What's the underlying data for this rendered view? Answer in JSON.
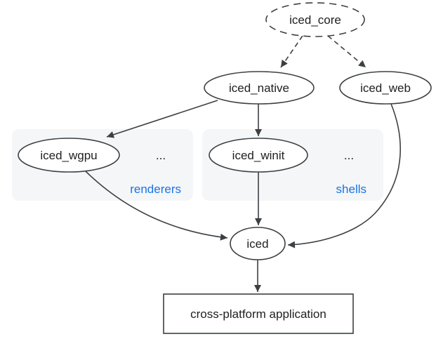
{
  "nodes": {
    "core": {
      "label": "iced_core"
    },
    "native": {
      "label": "iced_native"
    },
    "web": {
      "label": "iced_web"
    },
    "wgpu": {
      "label": "iced_wgpu"
    },
    "winit": {
      "label": "iced_winit"
    },
    "iced": {
      "label": "iced"
    },
    "app": {
      "label": "cross-platform application"
    }
  },
  "groups": {
    "renderers": {
      "label": "renderers",
      "ellipsis": "..."
    },
    "shells": {
      "label": "shells",
      "ellipsis": "..."
    }
  },
  "colors": {
    "background": "#ffffff",
    "stroke": "#3c4043",
    "text": "#202124",
    "group_fill": "#f4f6f8",
    "group_label": "#1a73e8"
  }
}
